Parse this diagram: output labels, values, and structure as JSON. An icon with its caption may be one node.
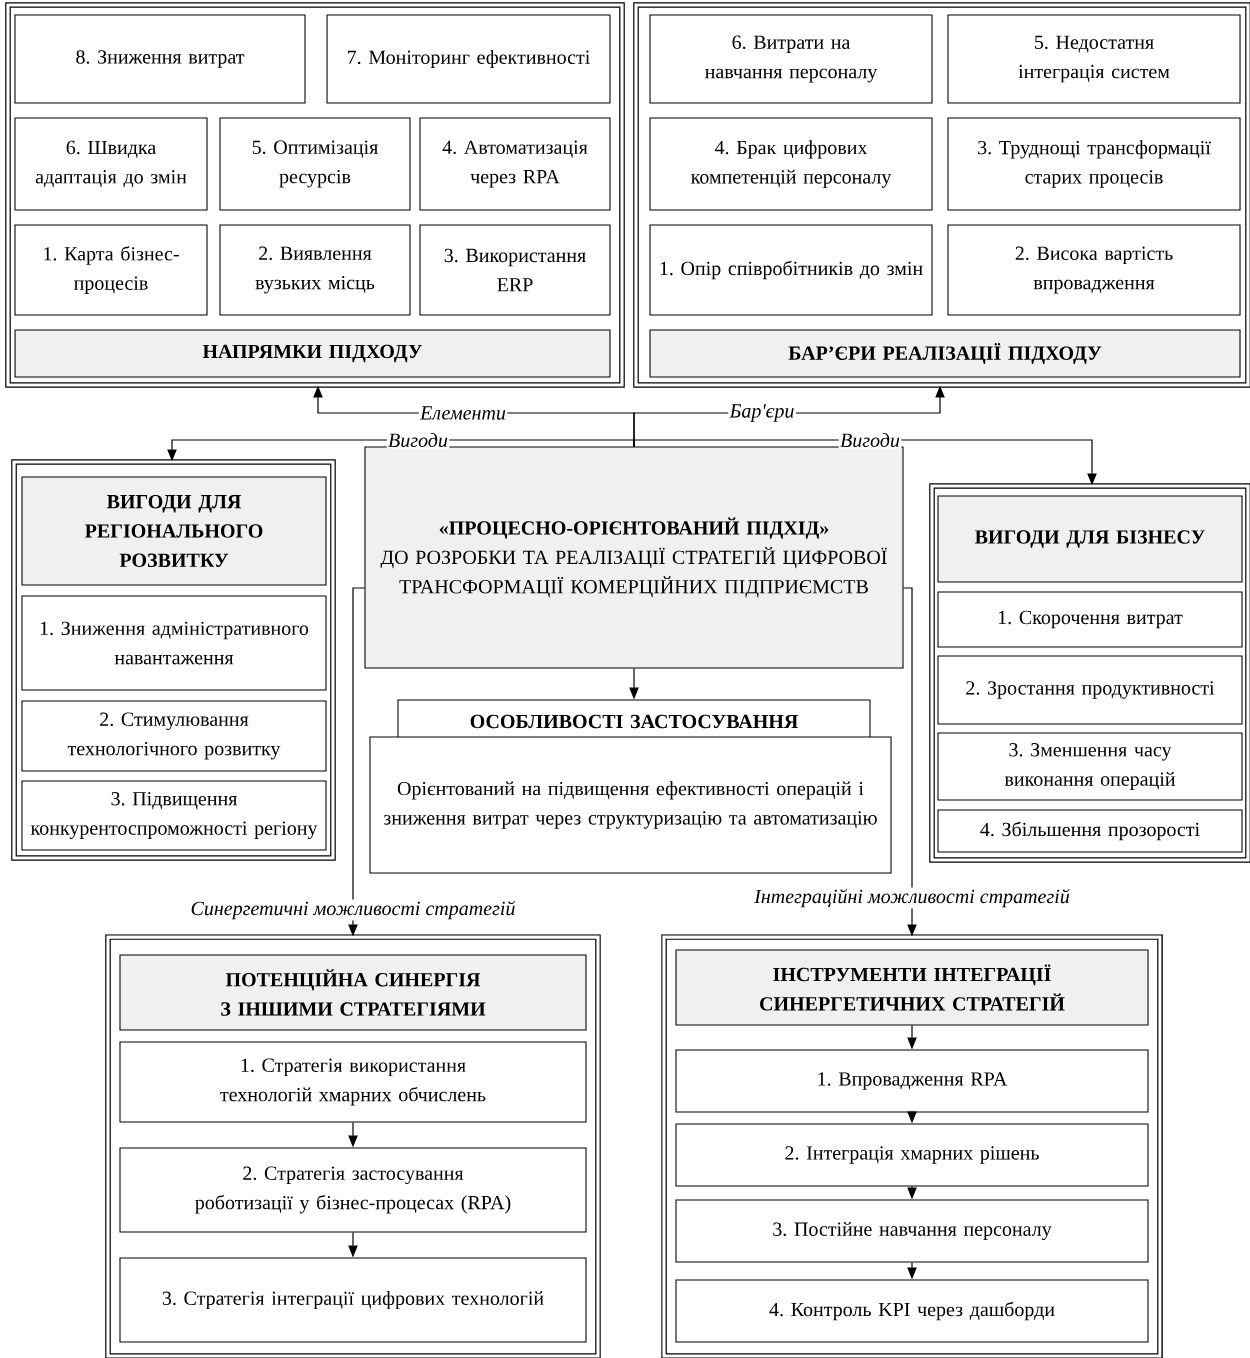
{
  "diagram": {
    "nodes": [
      {
        "text": [],
        "shape": "box"
      },
      {
        "text": [
          "8. Зниження витрат"
        ],
        "in": 0
      },
      {
        "text": [
          "7. Моніторинг ефективності"
        ],
        "in": 0
      },
      {
        "text": [
          "6. Швидка адаптація до змін"
        ],
        "in": 0
      },
      {
        "text": [
          "5. Оптимізація ресурсів"
        ],
        "in": 0
      },
      {
        "text": [
          "4. Автоматизація через RPA"
        ],
        "in": 0
      },
      {
        "text": [
          "1. Карта бізнес-процесів"
        ],
        "in": 0
      },
      {
        "text": [
          "2. Виявлення вузьких місць"
        ],
        "in": 0
      },
      {
        "text": [
          "3. Використання ERP"
        ],
        "in": 0
      },
      {
        "text": [
          "НАПРЯМКИ ПІДХОДУ"
        ],
        "in": 0
      },
      {
        "text": [],
        "shape": "box"
      },
      {
        "text": [
          "6. Витрати на навчання персоналу"
        ],
        "in": 10
      },
      {
        "text": [
          "5. Недостатня інтеграція систем"
        ],
        "in": 10
      },
      {
        "text": [
          "4. Брак цифрових компетенцій персоналу"
        ],
        "in": 10
      },
      {
        "text": [
          "3. Труднощі трансформації старих процесів"
        ],
        "in": 10
      },
      {
        "text": [
          "1. Опір співробітників до змін"
        ],
        "in": 10
      },
      {
        "text": [
          "2. Висока вартість впровадження"
        ],
        "in": 10
      },
      {
        "text": [
          "БАР’ЄРИ РЕАЛІЗАЦІЇ ПІДХОДУ"
        ],
        "in": 10
      },
      {
        "text": [],
        "shape": "box"
      },
      {
        "text": [
          "ВИГОДИ ДЛЯ РЕГІОНАЛЬНОГО РОЗВИТКУ"
        ],
        "in": 18
      },
      {
        "text": [
          "1. Зниження адміністративного навантаження"
        ],
        "in": 18
      },
      {
        "text": [
          "2. Стимулювання технологічного розвитку"
        ],
        "in": 18
      },
      {
        "text": [
          "3. Підвищення конкурентоспроможності регіону"
        ],
        "in": 18
      },
      {
        "text": [
          "«ПРОЦЕСНО-ОРІЄНТОВАНИЙ ПІДХІД»",
          "ДО РОЗРОБКИ ТА РЕАЛІЗАЦІЇ СТРАТЕГІЙ ЦИФРОВОЇ ТРАНСФОРМАЦІЇ КОМЕРЦІЙНИХ ПІДПРИЄМСТВ"
        ]
      },
      {
        "text": [
          "ОСОБЛИВОСТІ ЗАСТОСУВАННЯ"
        ]
      },
      {
        "text": [
          "Орієнтований на підвищення ефективності операцій і зниження витрат через структуризацію та автоматизацію"
        ]
      },
      {
        "text": [],
        "shape": "box"
      },
      {
        "text": [
          "ВИГОДИ ДЛЯ БІЗНЕСУ"
        ],
        "in": 26
      },
      {
        "text": [
          "1. Скорочення витрат"
        ],
        "in": 26
      },
      {
        "text": [
          "2. Зростання продуктивності"
        ],
        "in": 26
      },
      {
        "text": [
          "3. Зменшення часу виконання операцій"
        ],
        "in": 26
      },
      {
        "text": [
          "4. Збільшення прозорості"
        ],
        "in": 26
      },
      {
        "text": [],
        "shape": "box"
      },
      {
        "text": [
          "ПОТЕНЦІЙНА СИНЕРГІЯ З ІНШИМИ СТРАТЕГІЯМИ"
        ],
        "in": 32
      },
      {
        "text": [
          "1. Стратегія використання технологій хмарних обчислень"
        ],
        "in": 32
      },
      {
        "text": [
          "2. Стратегія застосування роботизації у бізнес-процесах (RPA)"
        ],
        "in": 32
      },
      {
        "text": [
          "3. Стратегія інтеграції цифрових технологій"
        ],
        "in": 32
      },
      {
        "text": [],
        "shape": "box"
      },
      {
        "text": [
          "ІНСТРУМЕНТИ ІНТЕГРАЦІЇ СИНЕРГЕТИЧНИХ СТРАТЕГІЙ"
        ],
        "in": 37
      },
      {
        "text": [
          "1. Впровадження RPA"
        ],
        "in": 37
      },
      {
        "text": [
          "2. Інтеграція хмарних рішень"
        ],
        "in": 37
      },
      {
        "text": [
          "3. Постійне навчання персоналу"
        ],
        "in": 37
      },
      {
        "text": [
          "4. Контроль KPI через дашборди"
        ],
        "in": 37
      }
    ],
    "edges": [
      {
        "from": 23,
        "to": 0,
        "arrow": "to",
        "label": "Елементи"
      },
      {
        "from": 23,
        "to": 10,
        "arrow": "to",
        "label": "Бар'єри"
      },
      {
        "from": 23,
        "to": 18,
        "arrow": "to",
        "label": "Вигоди"
      },
      {
        "from": 23,
        "to": 26,
        "arrow": "to",
        "label": "Вигоди"
      },
      {
        "from": 23,
        "to": 24,
        "arrow": "to"
      },
      {
        "from": 23,
        "to": 32,
        "arrow": "to",
        "label": "Синергетичні можливості стратегій"
      },
      {
        "from": 23,
        "to": 37,
        "arrow": "to",
        "label": "Інтеграційні можливості стратегій"
      },
      {
        "from": 34,
        "to": 35,
        "arrow": "to"
      },
      {
        "from": 35,
        "to": 36,
        "arrow": "to"
      },
      {
        "from": 38,
        "to": 39,
        "arrow": "to"
      },
      {
        "from": 39,
        "to": 40,
        "arrow": "to"
      },
      {
        "from": 40,
        "to": 41,
        "arrow": "to"
      },
      {
        "from": 41,
        "to": 42,
        "arrow": "to"
      }
    ]
  }
}
